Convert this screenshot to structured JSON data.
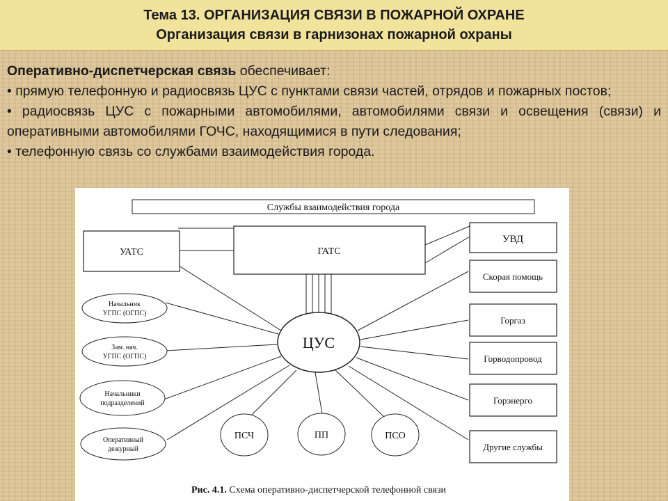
{
  "header": {
    "title": "Тема 13. ОРГАНИЗАЦИЯ СВЯЗИ В ПОЖАРНОЙ ОХРАНЕ",
    "subtitle": "Организация связи в гарнизонах пожарной охраны"
  },
  "intro": {
    "lead_bold": "Оперативно-диспетчерская связь",
    "lead_rest": " обеспечивает:",
    "bullets": [
      "• прямую телефонную и радиосвязь ЦУС с пунктами связи частей, отрядов и пожарных постов;",
      "• радиосвязь ЦУС с пожарными автомобилями, автомобилями связи и освещения (связи) и оперативными автомобилями ГОЧС, находящимися в пути следования;",
      "• телефонную связь со службами взаимодействия города."
    ]
  },
  "diagram": {
    "top_bar": "Службы   взаимодействия   города",
    "uats": "УАТС",
    "gats": "ГАТС",
    "center": "ЦУС",
    "left_ellipses": [
      {
        "line1": "Начальник",
        "line2": "УГПС (ОГПС)"
      },
      {
        "line1": "Зам. нач.",
        "line2": "УГПС (ОГПС)"
      },
      {
        "line1": "Начальники",
        "line2": "подразделений"
      },
      {
        "line1": "Оперативный",
        "line2": "дежурный"
      }
    ],
    "bottom_circles": [
      "ПСЧ",
      "ПП",
      "ПСО"
    ],
    "right_boxes": [
      "УВД",
      "Скорая помощь",
      "Горгаз",
      "Горводопровод",
      "Горэнерго",
      "Другие службы"
    ],
    "caption_bold": "Рис. 4.1.",
    "caption_rest": " Схема оперативно-диспетчерской телефонной связи"
  }
}
